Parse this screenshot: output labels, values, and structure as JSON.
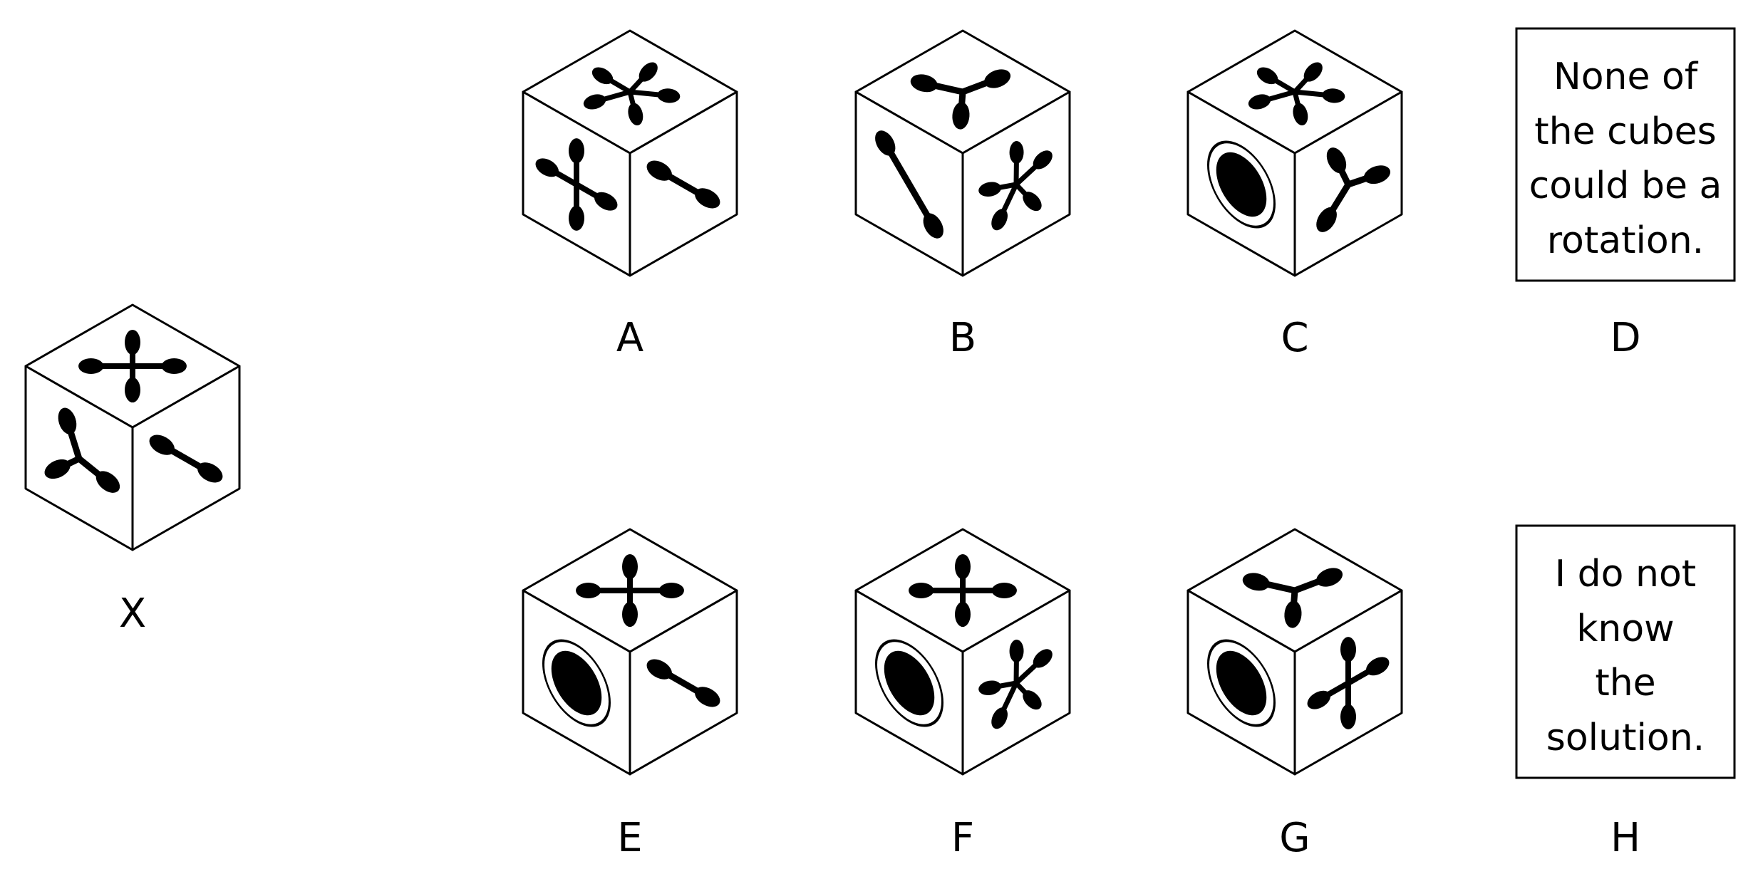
{
  "reference": {
    "label": "X",
    "faces": {
      "top": "cross-4",
      "left": "tripod",
      "right": "dumbbell"
    }
  },
  "options": [
    {
      "label": "A",
      "faces": {
        "top": "star-5",
        "left": "x-4",
        "right": "dumbbell"
      }
    },
    {
      "label": "B",
      "faces": {
        "top": "tripod",
        "left": "dumbbell",
        "right": "star-5"
      }
    },
    {
      "label": "C",
      "faces": {
        "top": "star-5",
        "left": "ring-disc",
        "right": "tripod"
      }
    },
    {
      "label": "D",
      "text_lines": [
        "None of",
        "the cubes",
        "could be a",
        "rotation."
      ]
    },
    {
      "label": "E",
      "faces": {
        "top": "cross-4",
        "left": "ring-disc",
        "right": "dumbbell"
      }
    },
    {
      "label": "F",
      "faces": {
        "top": "cross-4",
        "left": "ring-disc",
        "right": "star-5"
      }
    },
    {
      "label": "G",
      "faces": {
        "top": "tripod",
        "left": "ring-disc",
        "right": "x-4"
      }
    },
    {
      "label": "H",
      "text_lines": [
        "I do not",
        "know",
        "the",
        "solution."
      ]
    }
  ],
  "colors": {
    "ink": "#000000",
    "paper": "#ffffff"
  }
}
